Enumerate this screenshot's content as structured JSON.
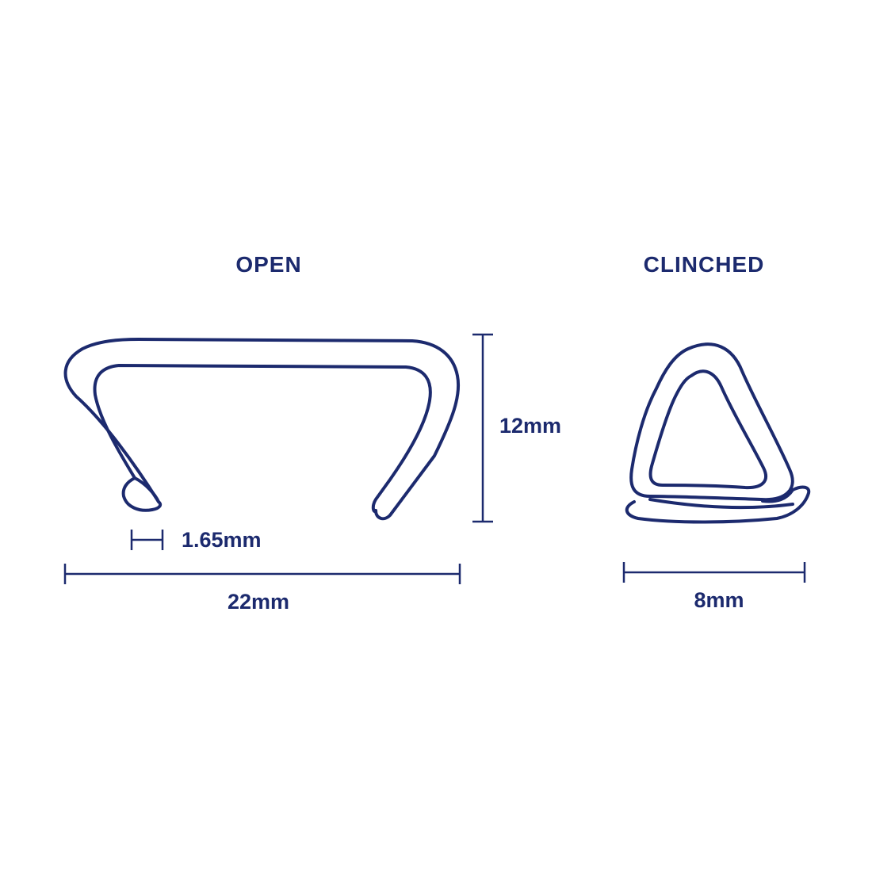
{
  "colors": {
    "ink": "#1c2a6e",
    "background": "#ffffff"
  },
  "open": {
    "title": "OPEN",
    "wire_width_label": "1.65mm",
    "width_label": "22mm",
    "height_label": "12mm"
  },
  "clinched": {
    "title": "CLINCHED",
    "width_label": "8mm"
  }
}
